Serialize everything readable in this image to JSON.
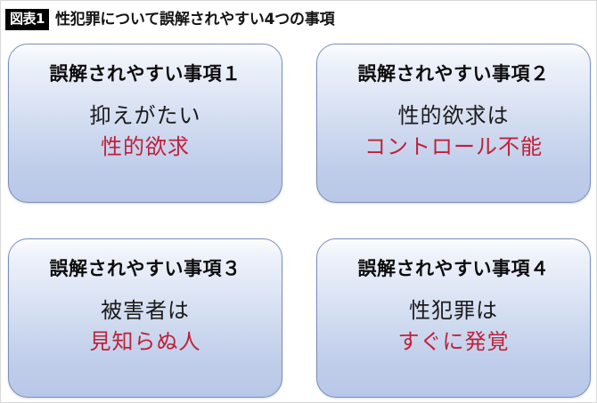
{
  "header": {
    "badge": "図表1",
    "title": "性犯罪について誤解されやすい4つの事項"
  },
  "colors": {
    "badge_background": "#000000",
    "badge_text": "#ffffff",
    "title_text": "#141414",
    "card_border": "#7b8ebc",
    "card_gradient_top": "#fdfdfe",
    "card_gradient_bottom": "#b9c8e7",
    "card_heading_text": "#0d0d0d",
    "card_line1_text": "#1b1b1b",
    "card_line2_text": "#c0203a",
    "frame_border": "#d9d9d9",
    "page_background": "#ffffff"
  },
  "cards": [
    {
      "heading": "誤解されやすい事項１",
      "line1": "抑えがたい",
      "line2": "性的欲求"
    },
    {
      "heading": "誤解されやすい事項２",
      "line1": "性的欲求は",
      "line2": "コントロール不能"
    },
    {
      "heading": "誤解されやすい事項３",
      "line1": "被害者は",
      "line2": "見知らぬ人"
    },
    {
      "heading": "誤解されやすい事項４",
      "line1": "性犯罪は",
      "line2": "すぐに発覚"
    }
  ]
}
